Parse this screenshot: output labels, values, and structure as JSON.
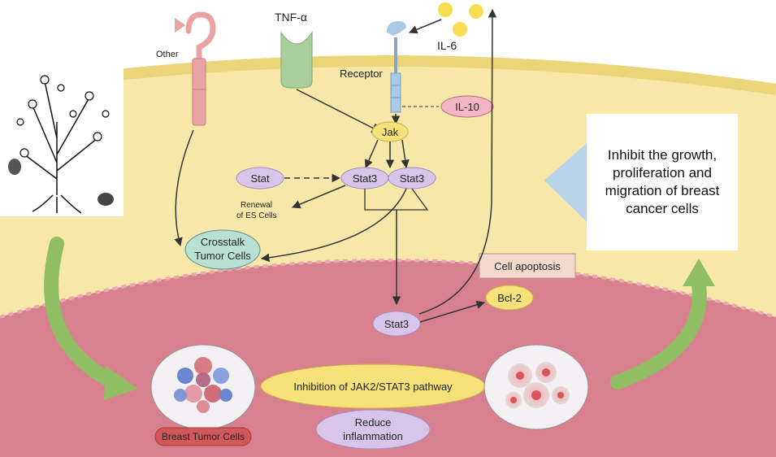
{
  "labels": {
    "other": "Other",
    "tnf": "TNF-α",
    "il6": "IL-6",
    "receptor": "Receptor",
    "il10": "IL-10",
    "jak": "Jak",
    "stat": "Stat",
    "stat3_left": "Stat3",
    "stat3_right": "Stat3",
    "renewal_line1": "Renewal",
    "renewal_line2": "of ES Cells",
    "crosstalk_line1": "Crosstalk",
    "crosstalk_line2": "Tumor Cells",
    "cell_apoptosis": "Cell apoptosis",
    "bcl2": "Bcl-2",
    "stat3_lower": "Stat3",
    "inhibit_text": "Inhibit the growth, proliferation and migration of breast cancer cells",
    "inhibition_pathway": "Inhibition of JAK2/STAT3 pathway",
    "reduce_line1": "Reduce",
    "reduce_line2": "inflammation",
    "breast_tumor": "Breast Tumor Cells"
  },
  "colors": {
    "cytoplasm": "#f7e7a8",
    "membrane": "#f0d97a",
    "nucleus": "#d9808e",
    "stat_node": "#d8c6ea",
    "jak_node": "#f7e27a",
    "crosstalk_node": "#b9e0d3",
    "il10_node": "#f4b6c6",
    "arrow_green": "#8fbf62",
    "receptor_blue": "#a9c9e8",
    "tnf_green": "#a9cf9a",
    "other_pink": "#e9a3a3"
  }
}
